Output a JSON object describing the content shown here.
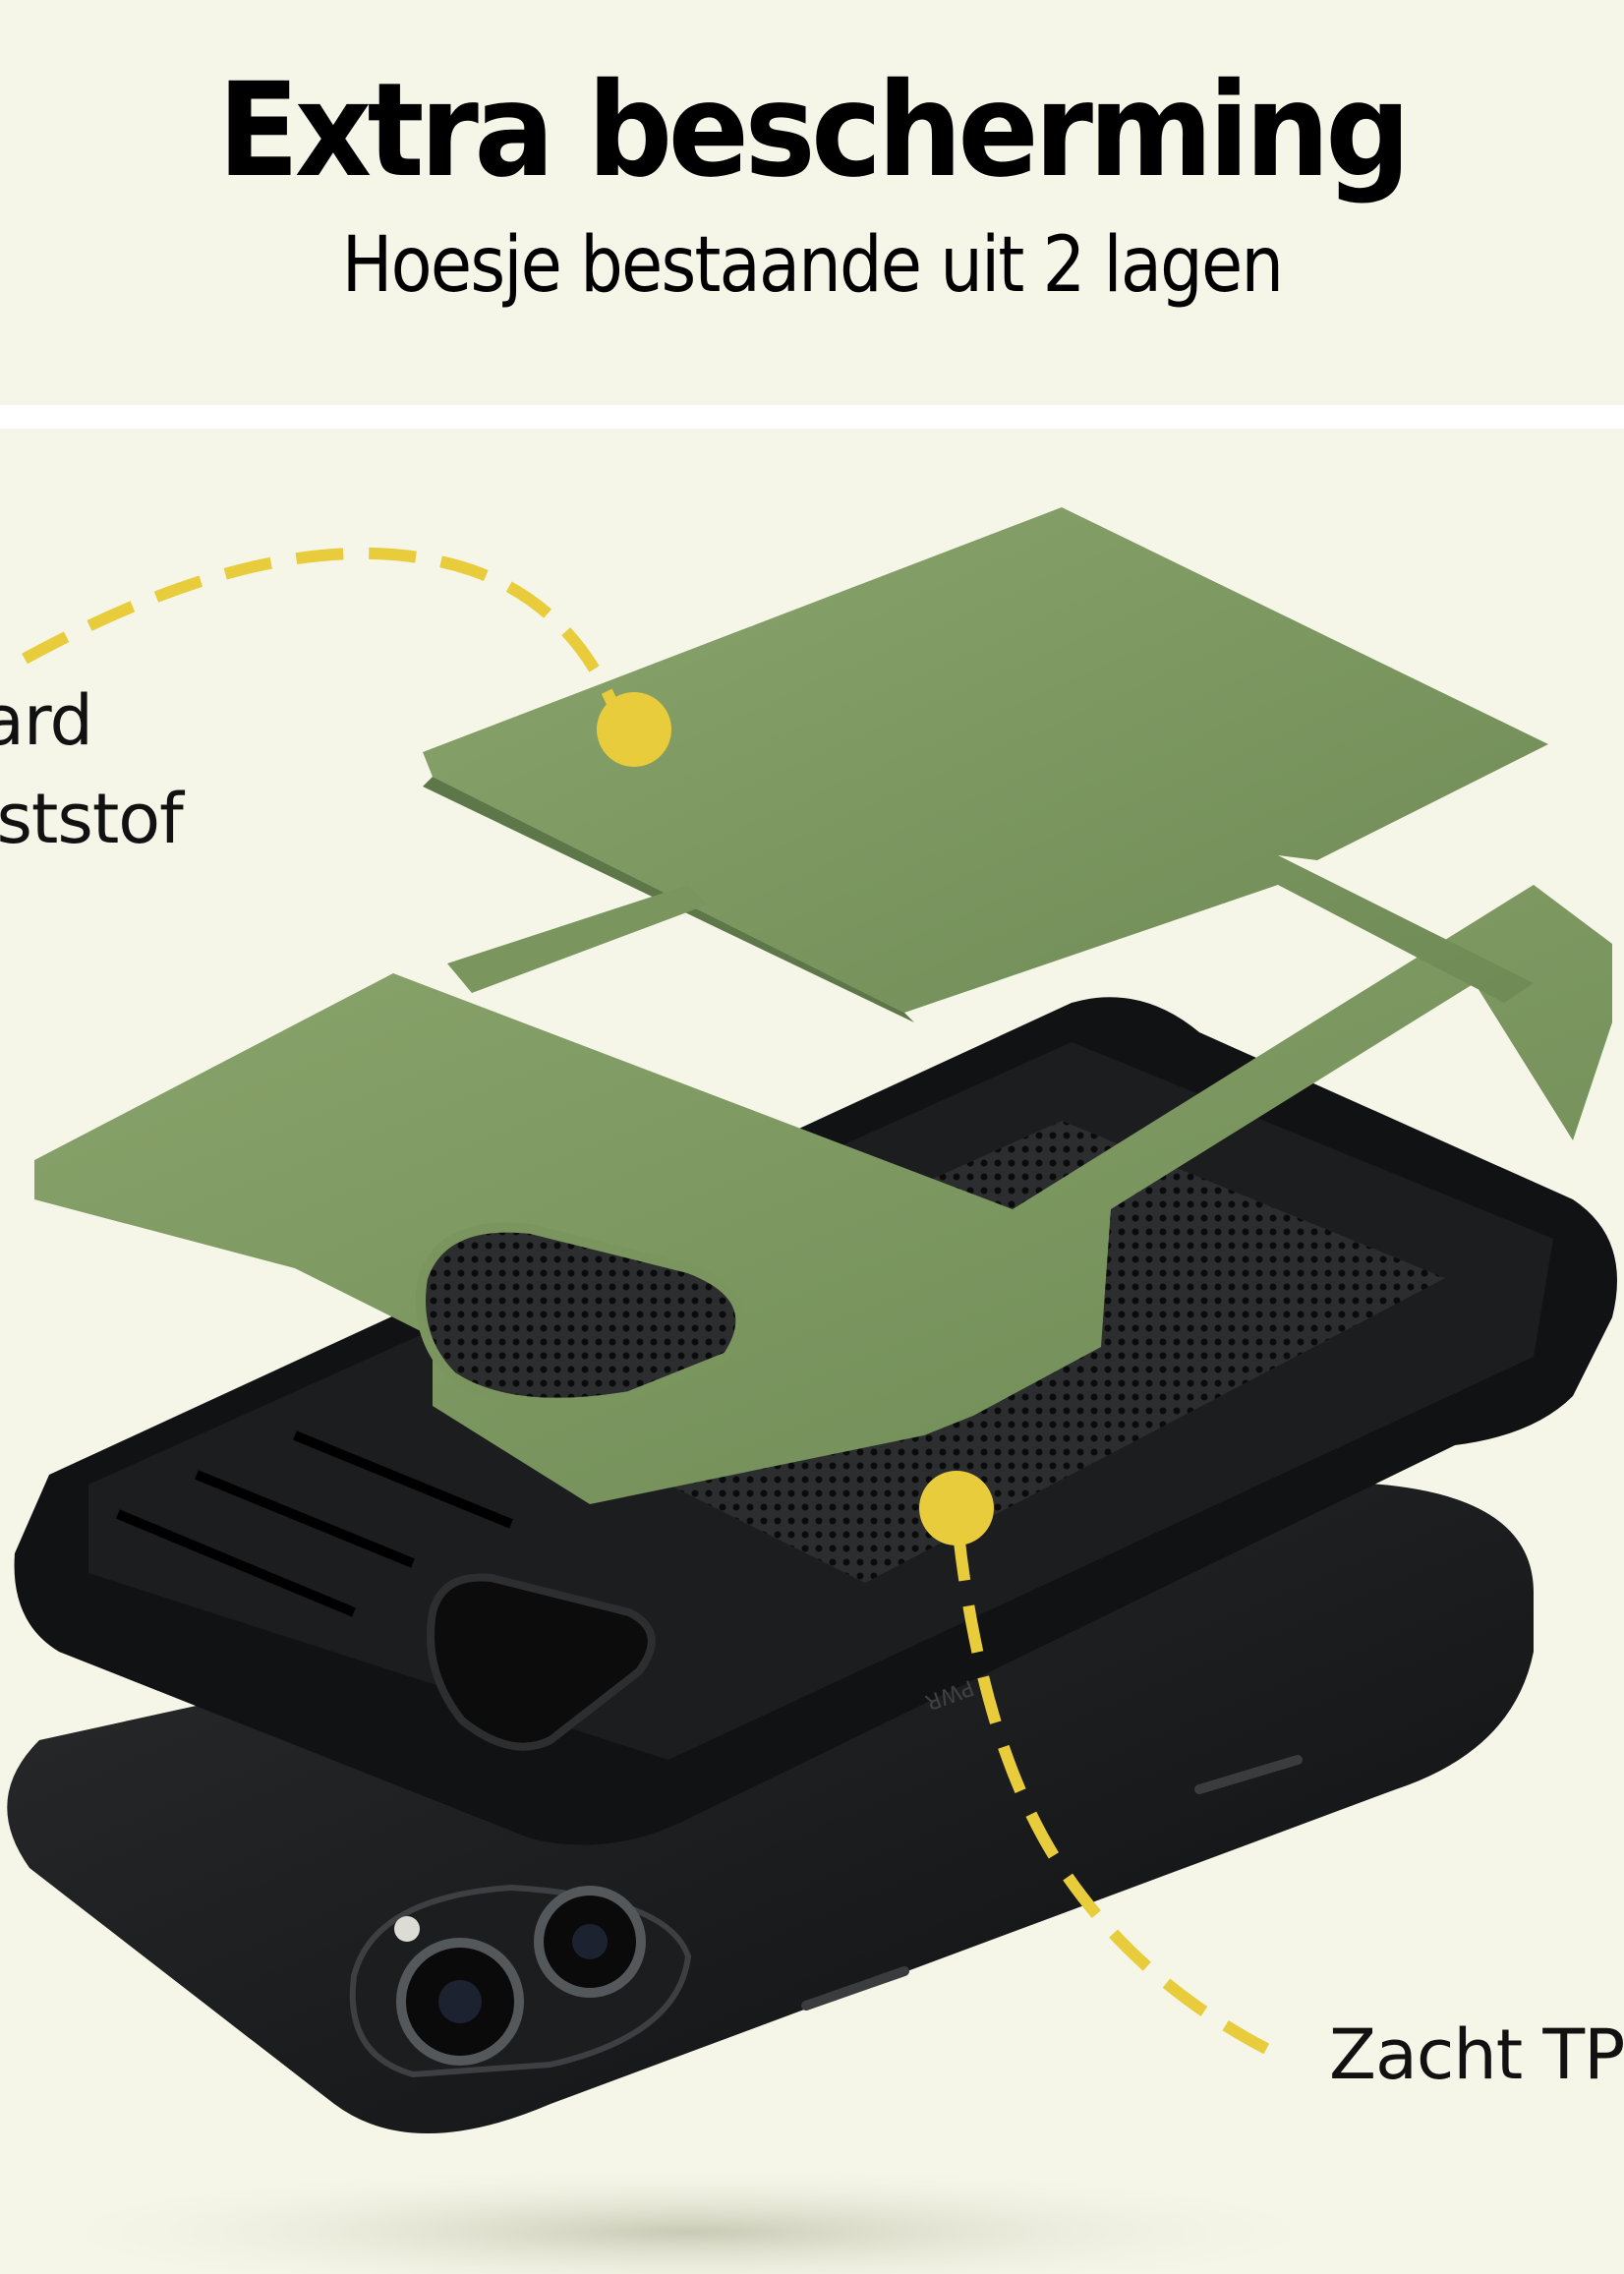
{
  "header": {
    "title": "Extra bescherming",
    "subtitle": "Hoesje bestaande uit 2 lagen"
  },
  "callouts": {
    "left_line1": "ard",
    "left_line2": "tststof",
    "right": "Zacht TP"
  },
  "product": {
    "case_marking": "PWR"
  },
  "colors": {
    "background": "#f5f6e8",
    "accent_yellow": "#e8cc3c",
    "case_green": "#7f9a63",
    "tpu_black": "#111214"
  }
}
